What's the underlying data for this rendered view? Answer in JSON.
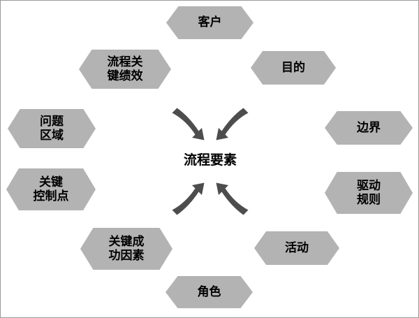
{
  "diagram": {
    "center_label": "流程要素",
    "nodes": [
      {
        "id": "customer",
        "label": "客户"
      },
      {
        "id": "process-kpi",
        "label": "流程关\n键绩效"
      },
      {
        "id": "purpose",
        "label": "目的"
      },
      {
        "id": "problem-area",
        "label": "问题\n区域"
      },
      {
        "id": "boundary",
        "label": "边界"
      },
      {
        "id": "key-control-points",
        "label": "关键\n控制点"
      },
      {
        "id": "driving-rules",
        "label": "驱动\n规则"
      },
      {
        "id": "key-success-factors",
        "label": "关键成\n功因素"
      },
      {
        "id": "activity",
        "label": "活动"
      },
      {
        "id": "role",
        "label": "角色"
      }
    ],
    "colors": {
      "hexagon": "#b3b3b3",
      "arrow": "#4d4d4d",
      "text": "#000000"
    }
  }
}
